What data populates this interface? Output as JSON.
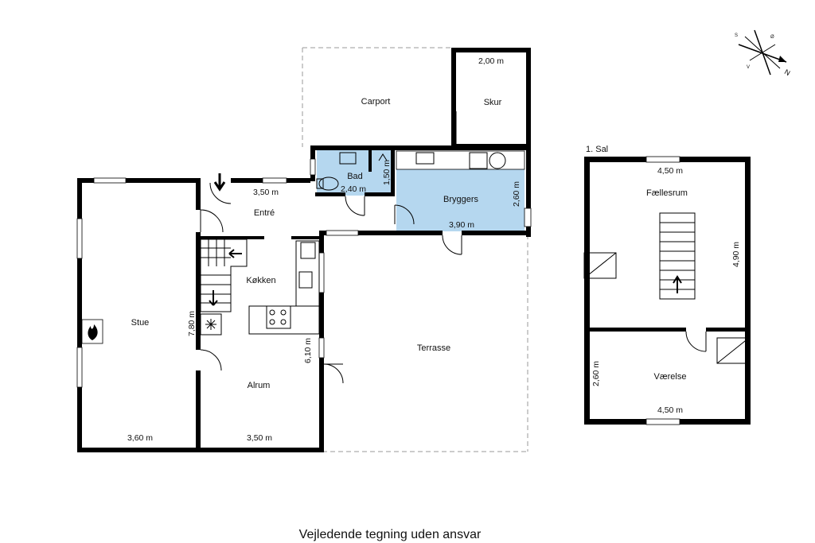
{
  "caption": "Vejledende tegning uden ansvar",
  "floor_label": "1. Sal",
  "compass": {
    "north": "N",
    "letters": [
      "S",
      "Ø",
      "V"
    ]
  },
  "colors": {
    "wet_room": "#b5d7ef",
    "wall": "#000000",
    "outline_dashed": "#999999"
  },
  "rooms": {
    "carport": "Carport",
    "skur": "Skur",
    "bad": "Bad",
    "bryggers": "Bryggers",
    "entre": "Entré",
    "kokken": "Køkken",
    "stue": "Stue",
    "alrum": "Alrum",
    "terrasse": "Terrasse",
    "faellesrum": "Fællesrum",
    "vaerelse": "Værelse"
  },
  "dimensions": {
    "skur_w": "2,00 m",
    "bad_w": "2,40 m",
    "bad_h": "1,50 m",
    "bryggers_h": "2,60 m",
    "bryggers_w": "3,90 m",
    "entre_w": "3,50 m",
    "stue_h": "7,80 m",
    "stue_w": "3,60 m",
    "alrum_w": "3,50 m",
    "alrum_h": "6,10 m",
    "faelles_w": "4,50 m",
    "faelles_h": "4,90 m",
    "vaerelse_h": "2,60 m",
    "vaerelse_w": "4,50 m"
  },
  "icons": [
    "fireplace-icon",
    "freezer-icon",
    "stairs-icon",
    "compass-icon",
    "entrance-arrow-icon"
  ]
}
